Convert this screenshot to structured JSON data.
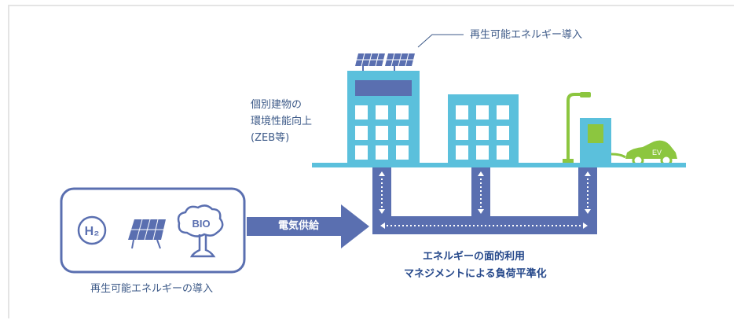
{
  "labels": {
    "top_renewable": "再生可能エネルギー導入",
    "building_line1": "個別建物の",
    "building_line2": "環境性能向上",
    "building_line3": "(ZEB等)",
    "power_supply": "電気供給",
    "area_line1": "エネルギーの面的利用",
    "area_line2": "マネジメントによる負荷平準化",
    "bottom_renewable": "再生可能エネルギーの導入",
    "h2_label": "H₂",
    "bio_label": "BIO",
    "ev_label": "EV"
  },
  "colors": {
    "building_light": "#5bc0dc",
    "building_dark": "#5a6fb0",
    "window": "#ffffff",
    "network": "#5a6fb0",
    "ground": "#5bc0dc",
    "accent_green": "#8cc63f",
    "text": "#3d5a88"
  },
  "icons": [
    "h2-icon",
    "solar-panel-icon",
    "bio-tree-icon",
    "ev-car-icon",
    "street-lamp-icon",
    "charging-station-icon"
  ]
}
